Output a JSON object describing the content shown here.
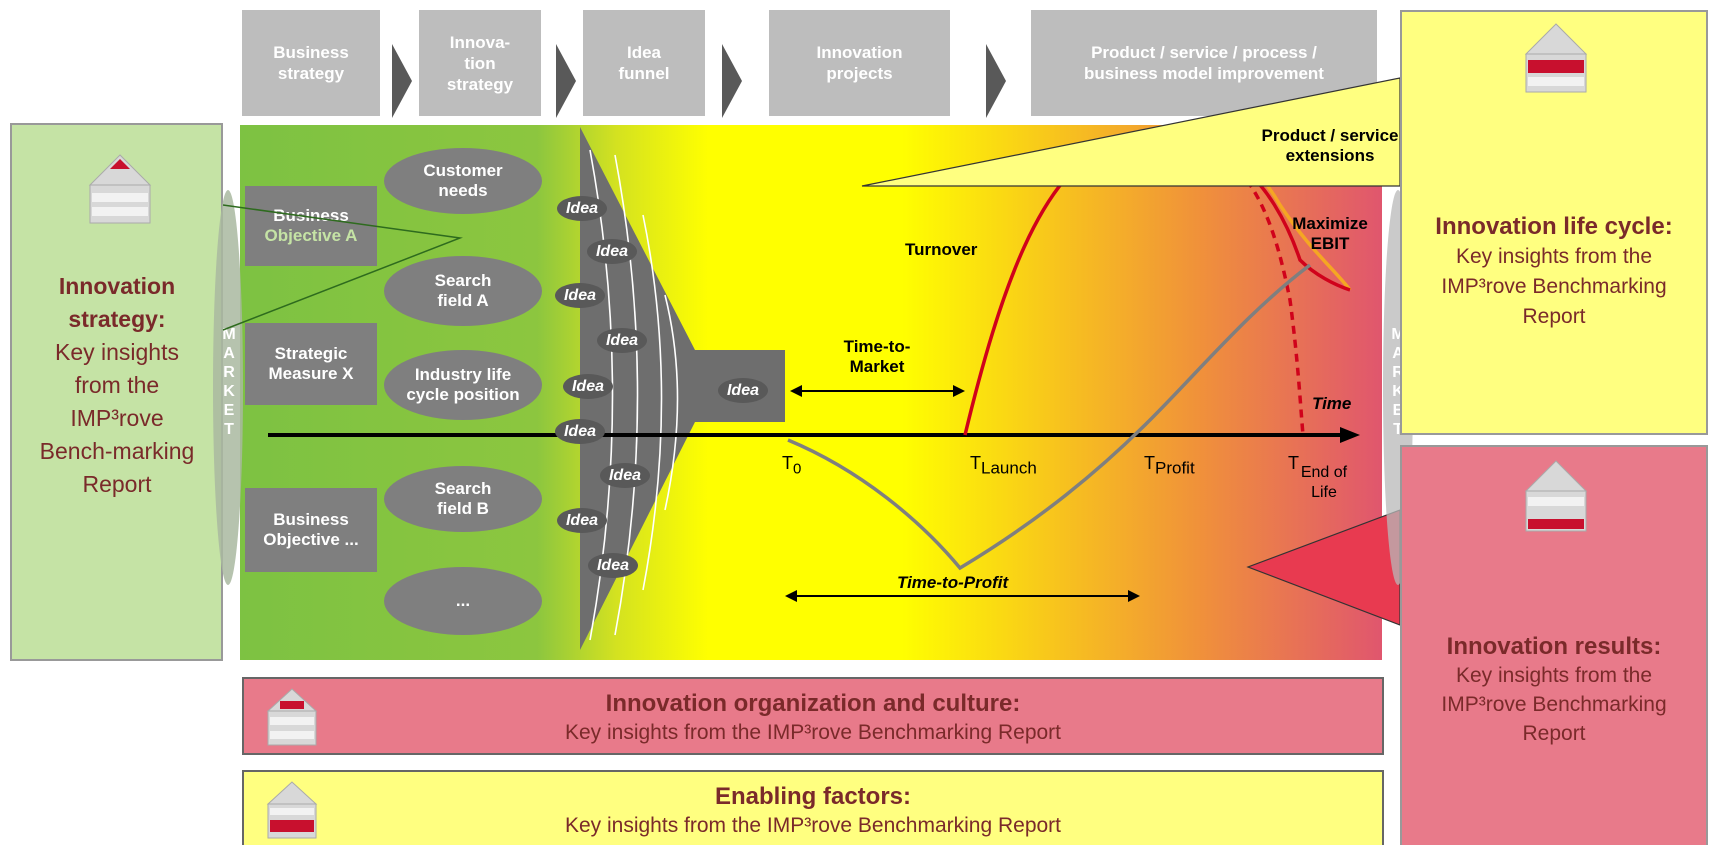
{
  "header": {
    "steps": [
      "Business strategy",
      "Innova-tion strategy",
      "Idea funnel",
      "Innovation projects",
      "Product / service / process / business model improvement"
    ]
  },
  "strategy": {
    "objective_a_1": "Business",
    "objective_a_2": "Objective A",
    "measure": "Strategic Measure X",
    "objective_b": "Business Objective ...",
    "ovals": [
      "Customer needs",
      "Search field A",
      "Industry life cycle position",
      "Search field B",
      "..."
    ]
  },
  "funnel": {
    "idea_label": "Idea",
    "market_label": "MARKET"
  },
  "lifecycle": {
    "turnover": "Turnover",
    "extensions": "Product / service extensions",
    "maximize": "Maximize EBIT",
    "time": "Time",
    "time_to_market": "Time-to-Market",
    "time_to_profit": "Time-to-Profit",
    "t_main": "T",
    "t0_sub": "0",
    "tlaunch_sub": "Launch",
    "tprofit_sub": "Profit",
    "tend_sub": "End of Life"
  },
  "panels": {
    "strategy_title": "Innovation strategy:",
    "strategy_text": "Key insights from the IMP³rove Bench-marking Report",
    "lifecycle_title": "Innovation life cycle:",
    "lifecycle_text": "Key insights from the IMP³rove Benchmarking Report",
    "results_title": "Innovation results:",
    "results_text": "Key insights from the IMP³rove Benchmarking Report",
    "org_title": "Innovation organization and culture:",
    "org_text": "Key insights from the IMP³rove Benchmarking Report",
    "enabling_title": "Enabling factors:",
    "enabling_text": "Key insights from the IMP³rove Benchmarking Report"
  },
  "colors": {
    "green": "#8cc63f",
    "yellow": "#ffff00",
    "orange": "#f5a623",
    "red": "#e0566e",
    "panel_green": "#c5e3a5",
    "panel_yellow": "#ffff80",
    "panel_red": "#e87a8a",
    "gray_box": "#7f7f7f",
    "header_gray": "#bdbdbd"
  },
  "icons": [
    "report-icon"
  ]
}
